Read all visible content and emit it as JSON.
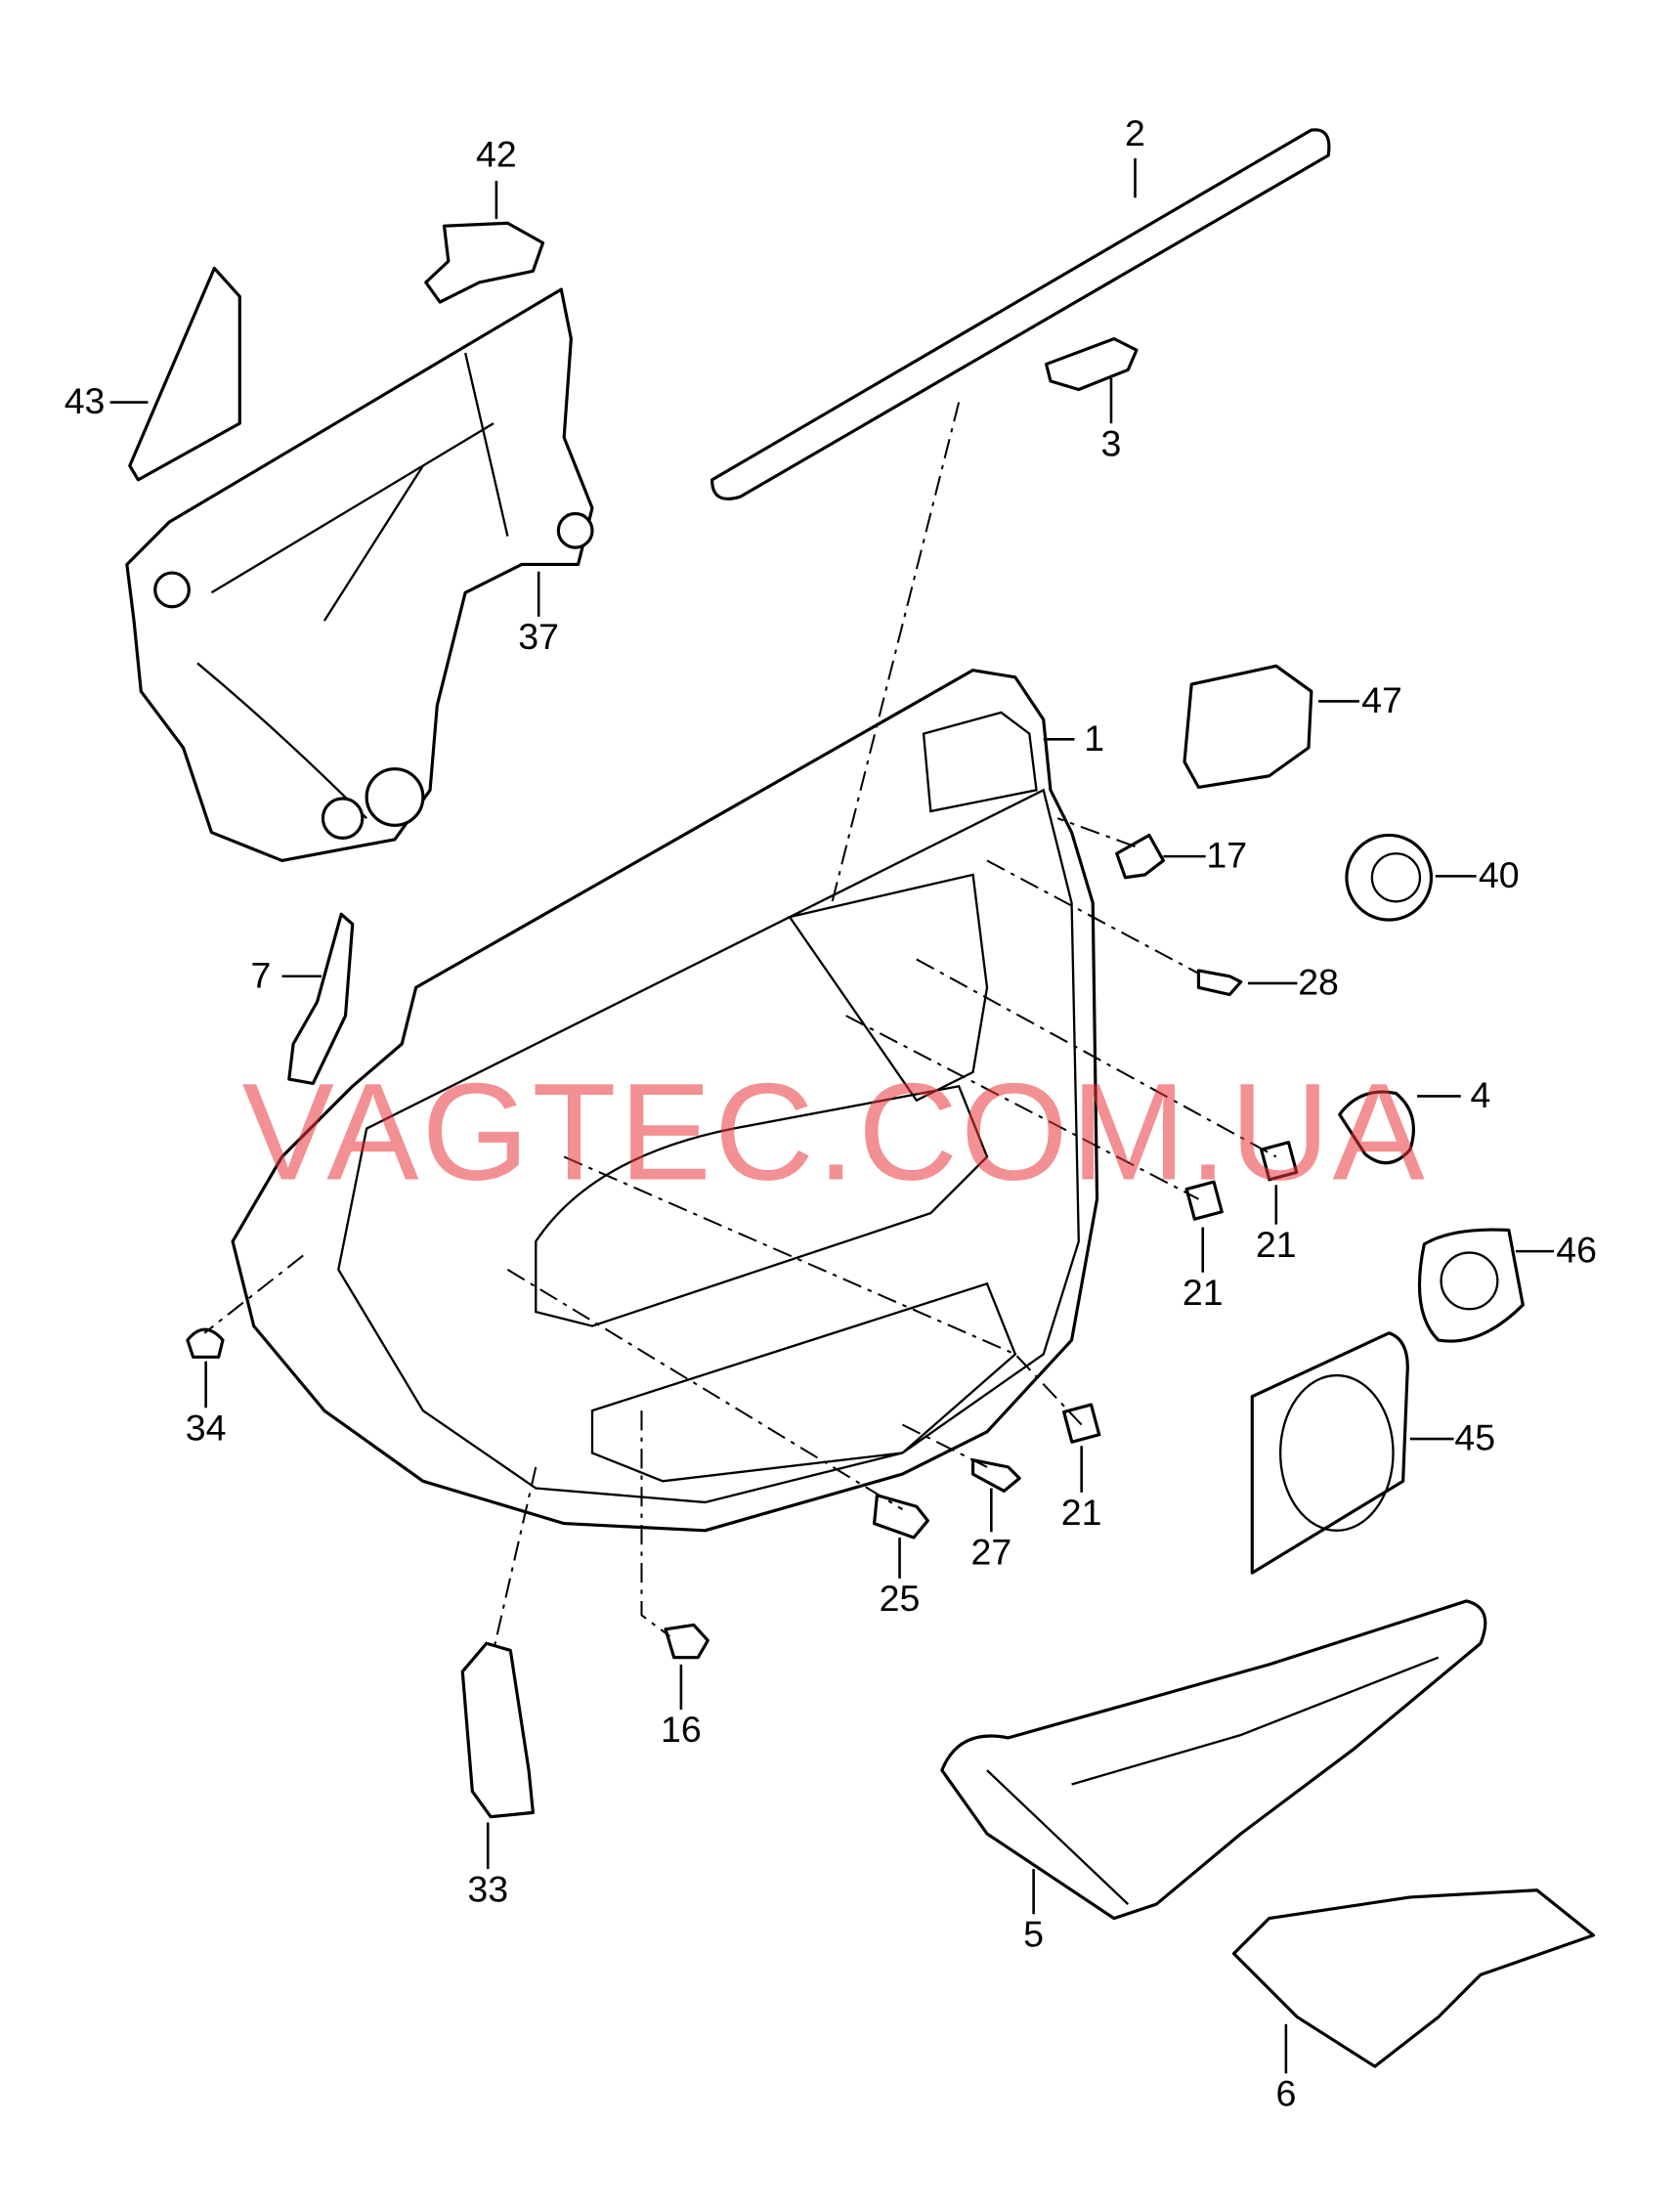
{
  "watermark": "VAGTEC.COM.UA",
  "callouts": [
    "42",
    "2",
    "43",
    "3",
    "37",
    "47",
    "1",
    "17",
    "40",
    "28",
    "7",
    "4",
    "21",
    "21",
    "46",
    "34",
    "45",
    "21",
    "27",
    "25",
    "16",
    "33",
    "5",
    "6"
  ],
  "colors": {
    "line": "#000000",
    "watermark": "#e8343a",
    "background": "#ffffff"
  }
}
